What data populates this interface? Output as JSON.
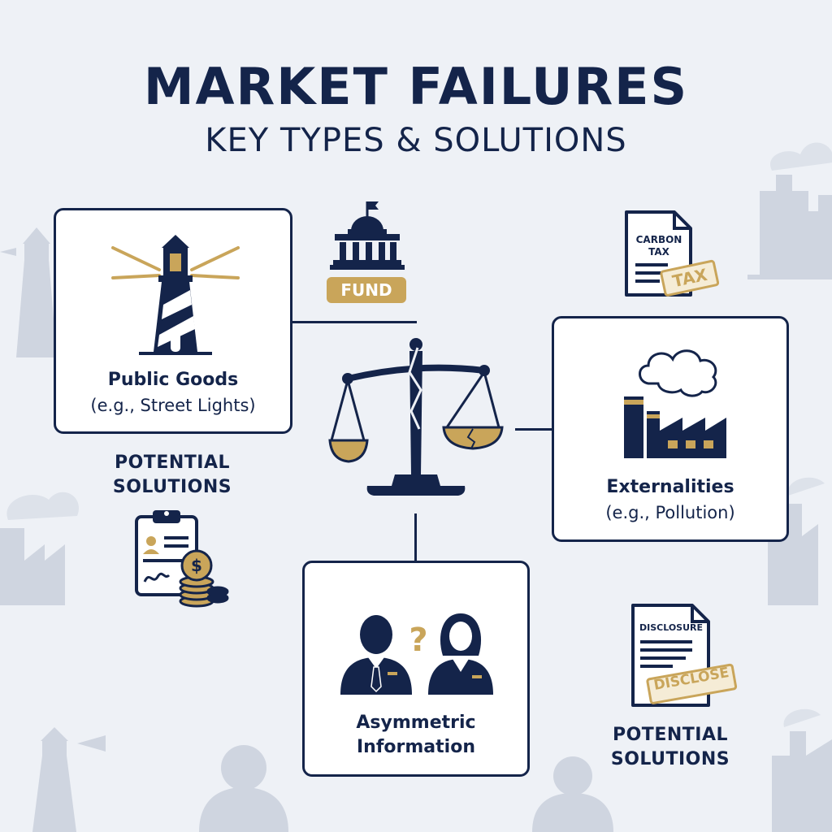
{
  "header": {
    "title": "MARKET FAILURES",
    "subtitle": "KEY TYPES & SOLUTIONS"
  },
  "public_goods": {
    "title": "Public Goods",
    "example": "(e.g., Street Lights)"
  },
  "externalities": {
    "title": "Externalities",
    "example": "(e.g., Pollution)"
  },
  "asymmetric": {
    "title_line1": "Asymmetric",
    "title_line2": "Information"
  },
  "solutions_left": {
    "line1": "POTENTIAL",
    "line2": "SOLUTIONS"
  },
  "solutions_right": {
    "line1": "POTENTIAL",
    "line2": "SOLUTIONS"
  },
  "fund_badge": "FUND",
  "carbon_doc": {
    "line1": "CARBON",
    "line2": "TAX",
    "stamp": "TAX"
  },
  "disclosure_doc": {
    "title": "DISCLOSURE",
    "stamp": "DISCLOSE"
  },
  "colors": {
    "navy": "#14244a",
    "gold": "#c9a55a",
    "background": "#eef1f6",
    "faded": "#cfd5e0"
  },
  "icons": [
    "lighthouse-icon",
    "government-building-icon",
    "carbon-tax-document-icon",
    "broken-scale-icon",
    "factory-icon",
    "people-question-icon",
    "clipboard-coins-icon",
    "disclosure-document-icon"
  ]
}
